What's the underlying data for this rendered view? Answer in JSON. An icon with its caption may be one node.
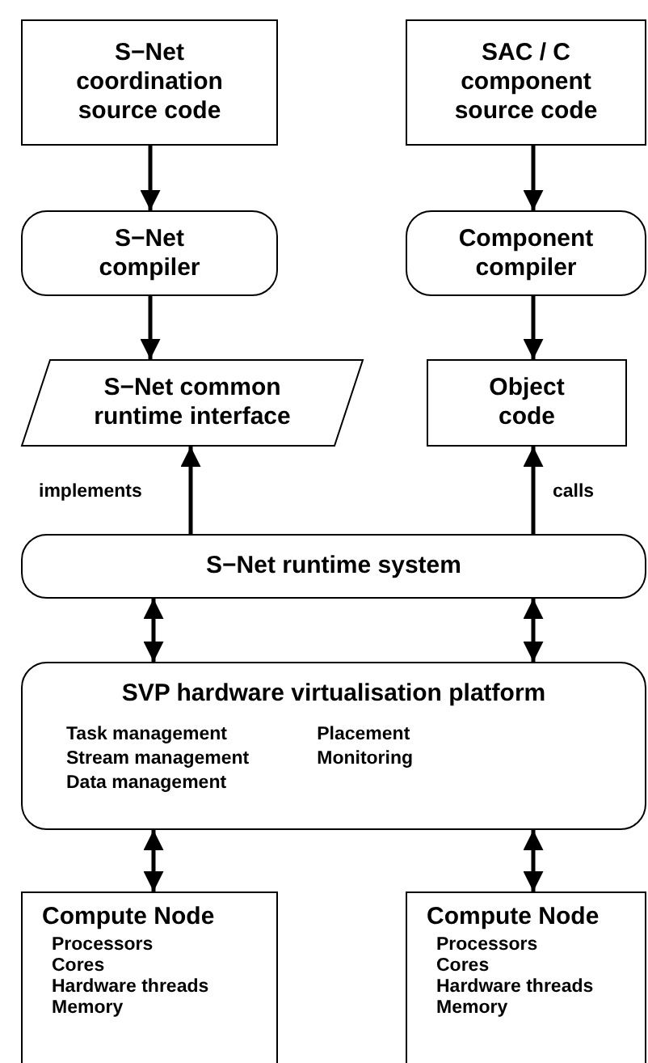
{
  "diagram": {
    "nodes": [
      {
        "text": [
          "S−Net coordination source code"
        ]
      },
      {
        "text": [
          "SAC / C component source code"
        ]
      },
      {
        "text": [
          "S−Net compiler"
        ]
      },
      {
        "text": [
          "Component compiler"
        ]
      },
      {
        "text": [
          "S−Net common runtime interface"
        ]
      },
      {
        "text": [
          "Object code"
        ]
      },
      {
        "text": [
          "S−Net runtime system"
        ]
      },
      {
        "text": [
          "SVP hardware virtualisation platform",
          "Task management",
          "Stream management",
          "Data management",
          "Placement",
          "Monitoring"
        ]
      },
      {
        "text": [
          "Compute Node",
          "Processors",
          "Cores",
          "Hardware threads",
          "Memory"
        ]
      },
      {
        "text": [
          "Compute Node",
          "Processors",
          "Cores",
          "Hardware threads",
          "Memory"
        ]
      }
    ],
    "edges": [
      {
        "from": 0,
        "to": 2,
        "arrow": "to"
      },
      {
        "from": 1,
        "to": 3,
        "arrow": "to"
      },
      {
        "from": 2,
        "to": 4,
        "arrow": "to"
      },
      {
        "from": 3,
        "to": 5,
        "arrow": "to"
      },
      {
        "from": 6,
        "to": 4,
        "arrow": "to",
        "label": "implements"
      },
      {
        "from": 6,
        "to": 5,
        "arrow": "to",
        "label": "calls"
      },
      {
        "from": 6,
        "to": 7,
        "arrow": "both"
      },
      {
        "from": 6,
        "to": 7,
        "arrow": "both"
      },
      {
        "from": 7,
        "to": 8,
        "arrow": "both"
      },
      {
        "from": 7,
        "to": 9,
        "arrow": "both"
      }
    ]
  }
}
